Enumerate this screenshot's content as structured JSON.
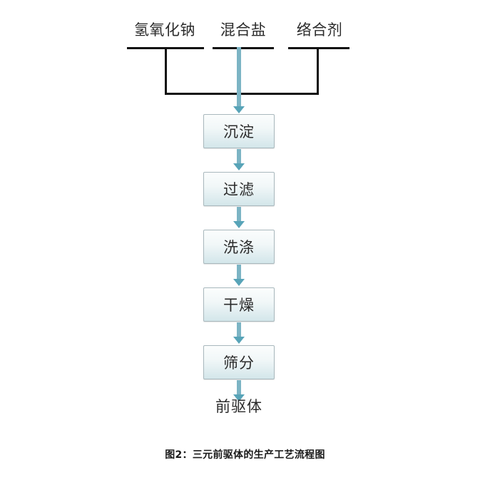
{
  "figure": {
    "caption": "图2：三元前驱体的生产工艺流程图",
    "accent_color": "#7cb4c4",
    "arrow_head_color": "#58a4b8",
    "line_color": "#111111",
    "box_border_color": "#a9b8bd",
    "text_color": "#2b2b2b",
    "background_color": "#ffffff"
  },
  "diagram": {
    "type": "flowchart",
    "orientation": "top-to-bottom",
    "inputs": [
      {
        "label": "氢氧化钠"
      },
      {
        "label": "混合盐"
      },
      {
        "label": "络合剂"
      }
    ],
    "steps": [
      {
        "label": "沉淀"
      },
      {
        "label": "过滤"
      },
      {
        "label": "洗涤"
      },
      {
        "label": "干燥"
      },
      {
        "label": "筛分"
      }
    ],
    "output": {
      "label": "前驱体"
    }
  }
}
